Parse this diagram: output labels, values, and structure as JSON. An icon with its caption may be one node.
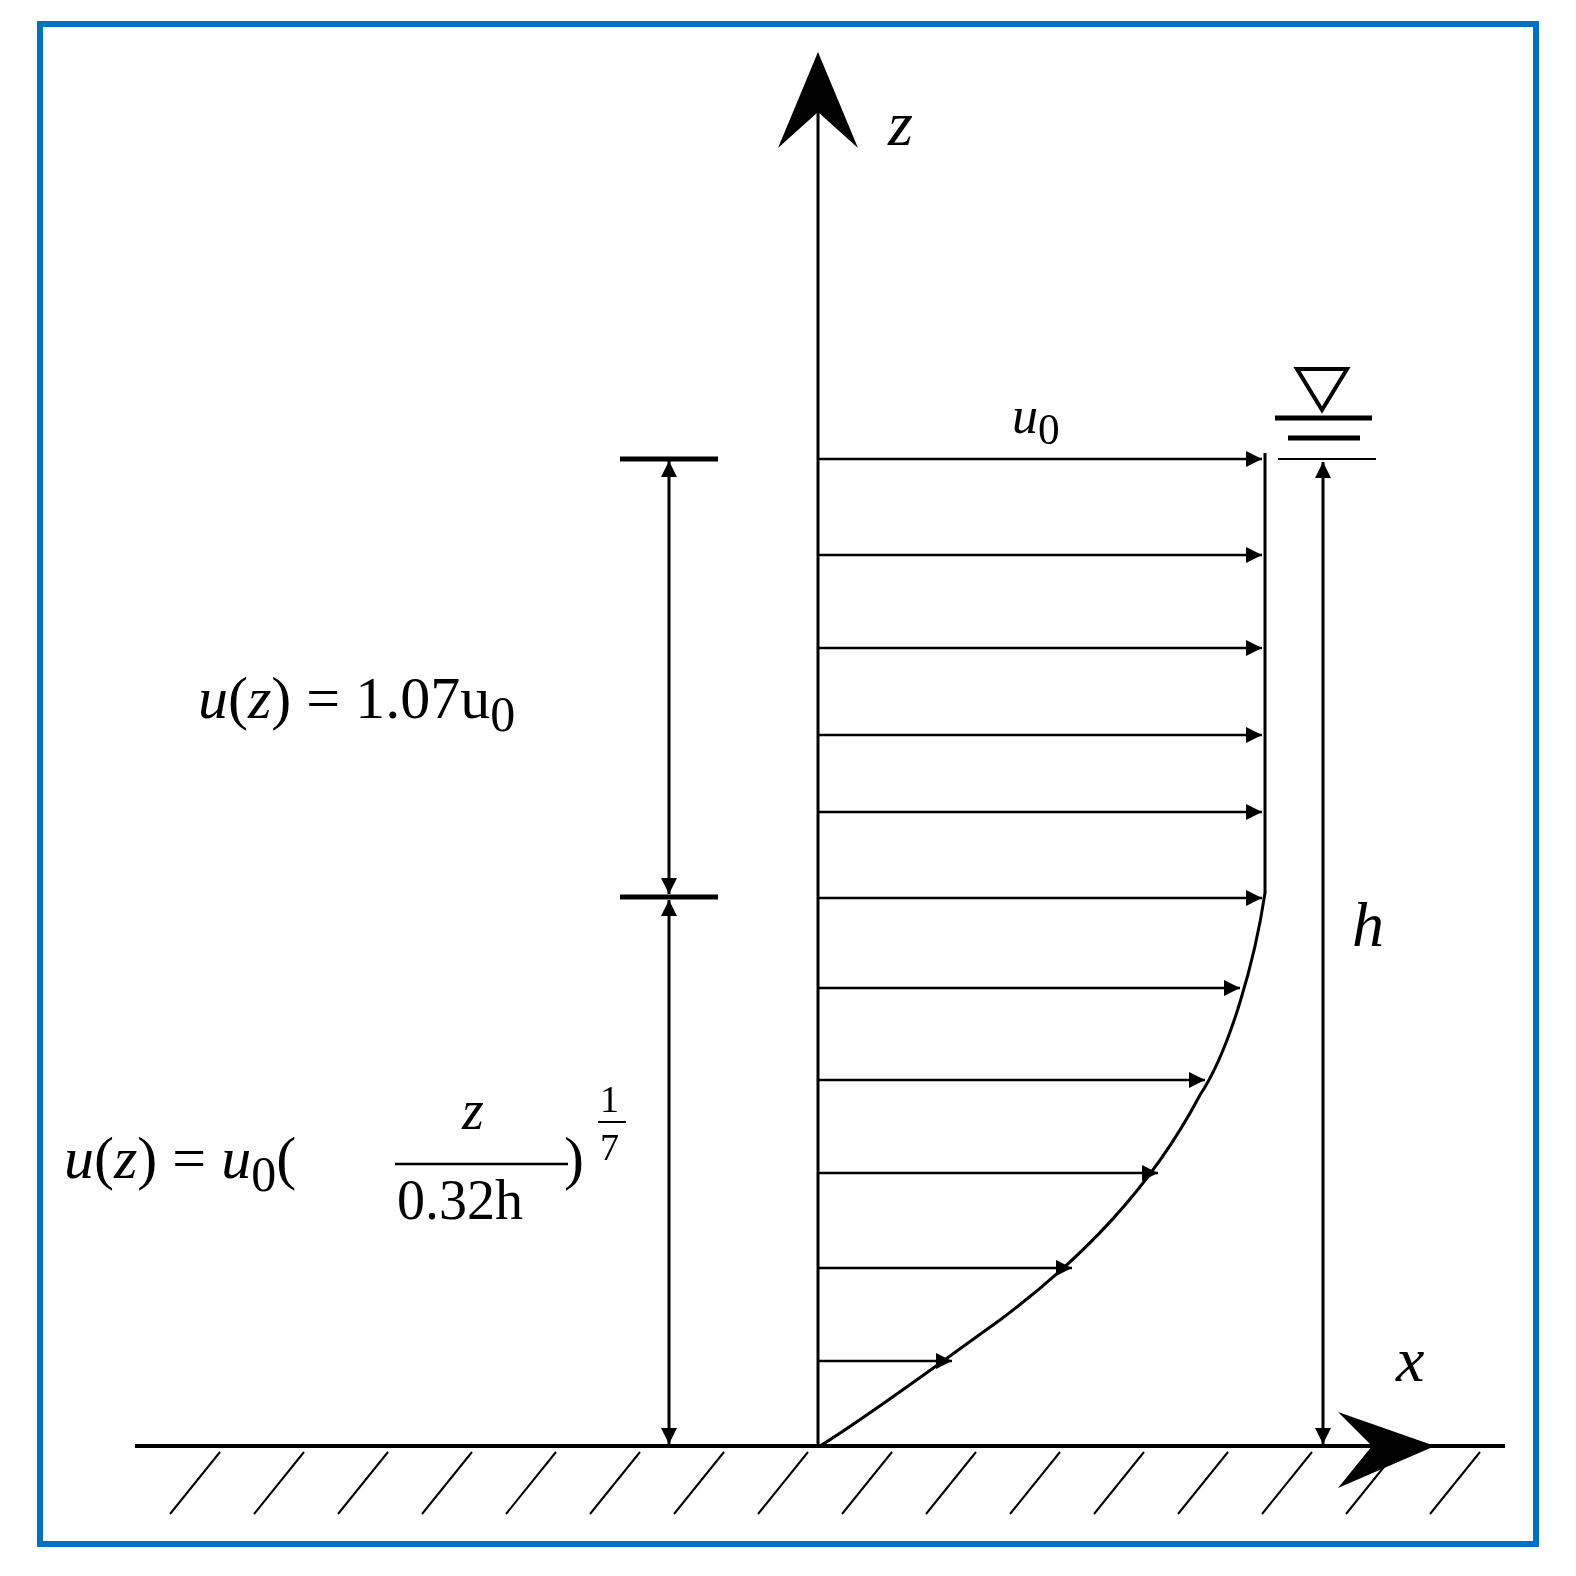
{
  "diagram": {
    "labels": [
      "*z*",
      "*u*$_{0}$",
      "*u*(*z*) = 1.07u$_{0}$",
      "*h*",
      "*x*",
      "*u*(*z*) = *u*$_{0}$(",
      "*z*",
      "0.32h",
      ")",
      "1",
      "7"
    ]
  }
}
